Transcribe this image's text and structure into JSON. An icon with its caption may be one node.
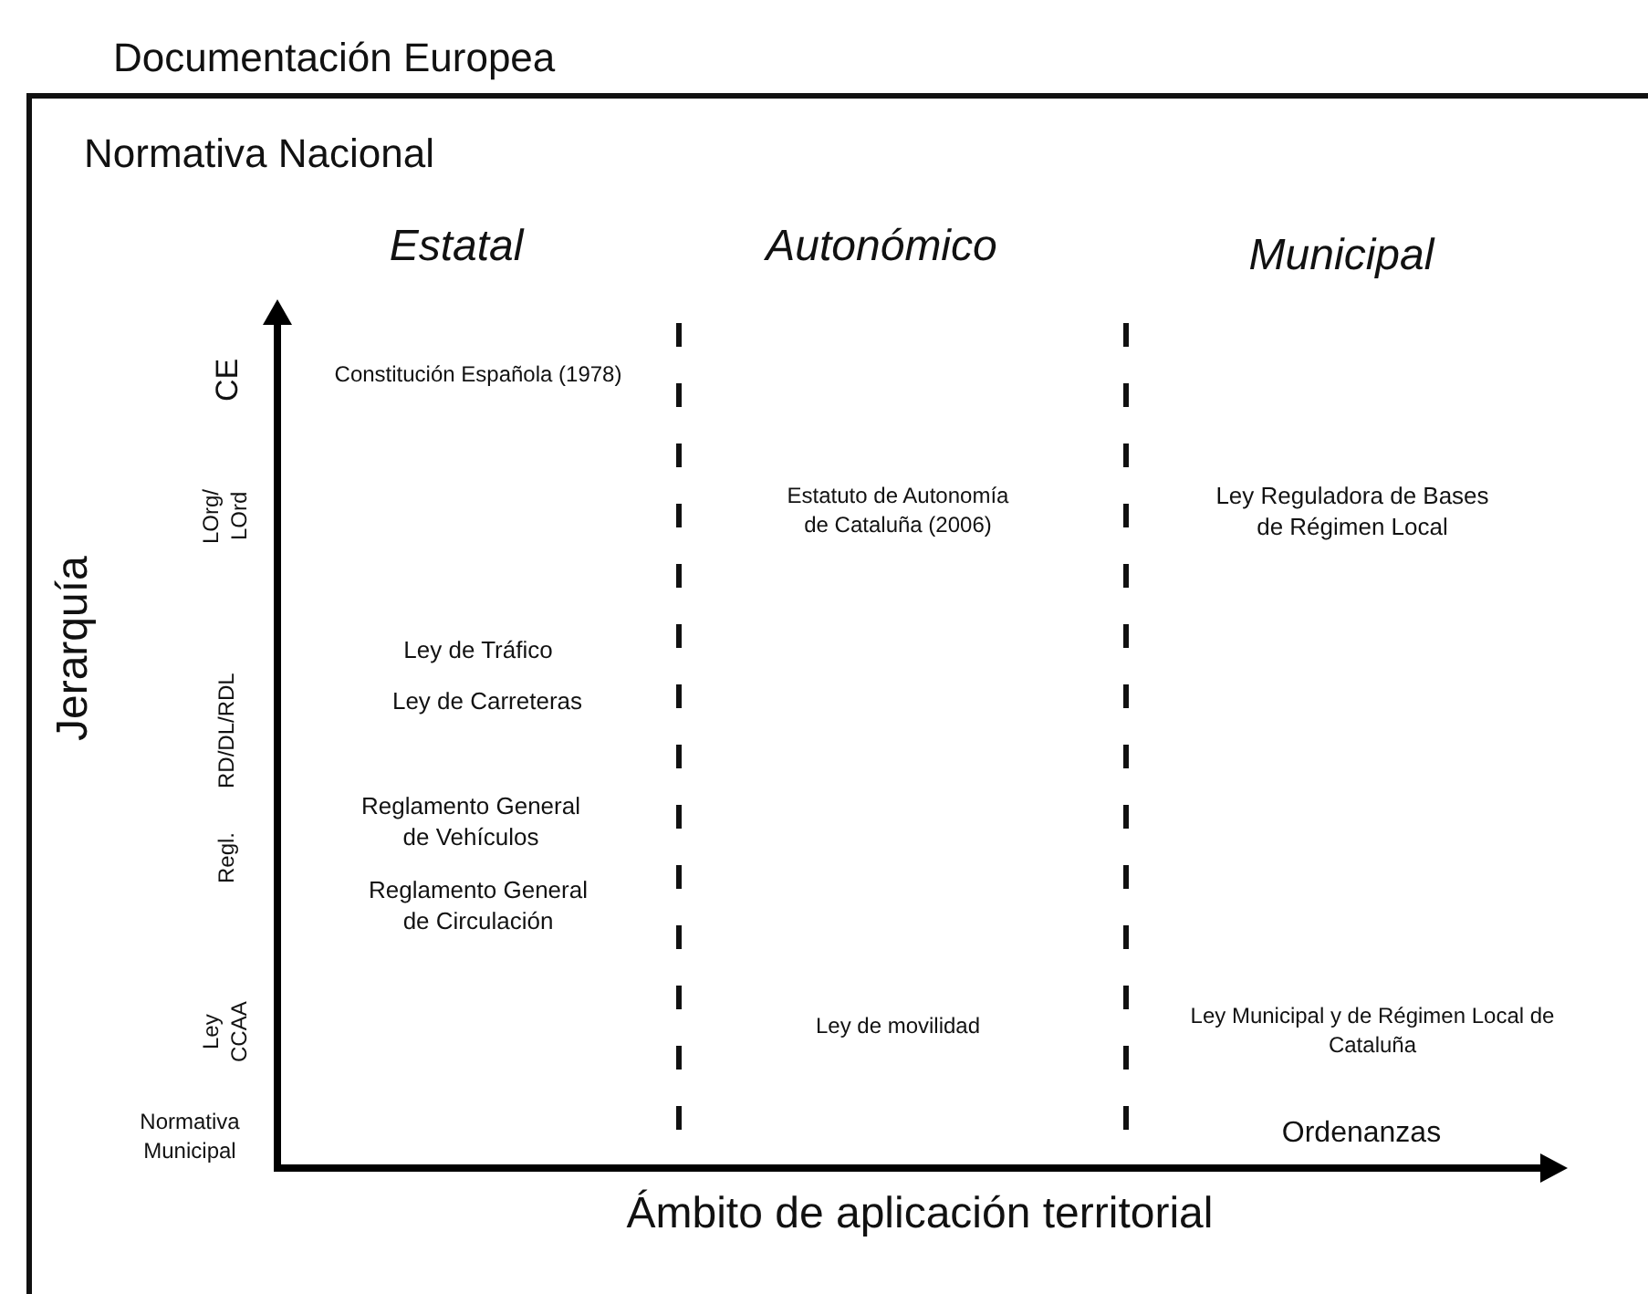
{
  "diagram": {
    "nodes": [
      {
        "text": [
          "Documentación Europea"
        ]
      }
    ],
    "labels": [
      "Normativa Nacional",
      "Estatal",
      "Autonómico",
      "Municipal",
      "CE",
      "Constitución Española (1978)",
      "LOrg/ LOrd",
      "Estatuto de Autonomía de Cataluña (2006)",
      "Ley Reguladora de Bases de Régimen Local",
      "Jerarquía",
      "RD/DL/RDL",
      "Ley de Tráfico",
      "Ley de Carreteras",
      "Regl.",
      "Reglamento General de Vehículos",
      "Reglamento General de Circulación",
      "Ley CCAA",
      "Ley de movilidad",
      "Ley Municipal y de Régimen Local de Cataluña",
      "Normativa Municipal",
      "Ordenanzas",
      "Ámbito de aplicación territorial"
    ]
  }
}
